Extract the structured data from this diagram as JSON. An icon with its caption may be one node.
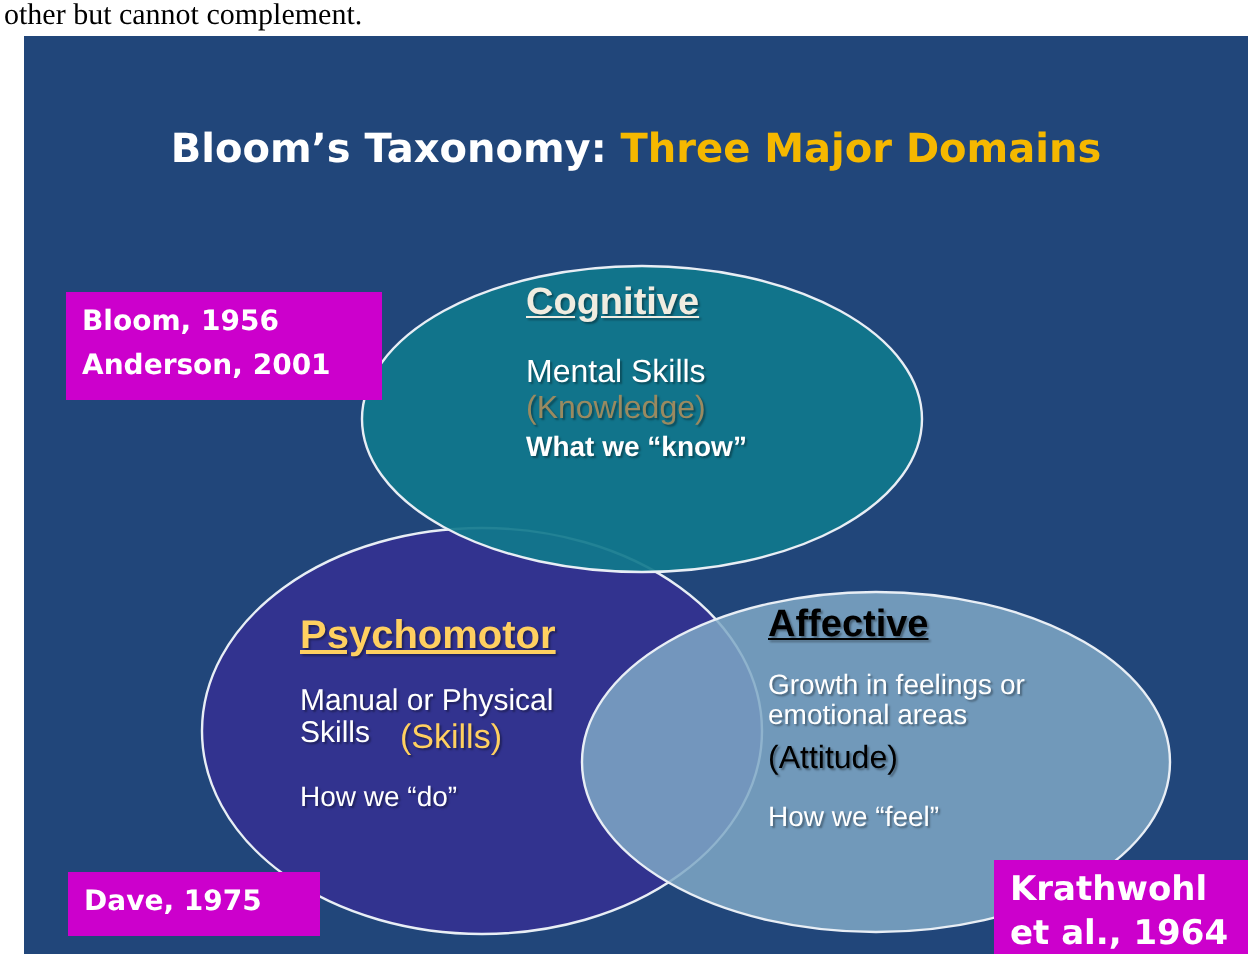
{
  "diagram": {
    "title": "Bloom’s Taxonomy: **Three Major Domains**",
    "nodes": [
      {
        "text": [
          "Cognitive",
          "Mental Skills",
          "(Knowledge)",
          "What we “know”"
        ]
      },
      {
        "text": [
          "Psychomotor",
          "Manual or Physical Skills",
          "(Skills)",
          "How we “do”"
        ]
      },
      {
        "text": [
          "Affective",
          "Growth in feelings or emotional areas",
          "(Attitude)",
          "How we “feel”"
        ]
      },
      {
        "text": [
          "Bloom, 1956",
          "Anderson, 2001"
        ]
      },
      {
        "text": [
          "Dave, 1975"
        ]
      },
      {
        "text": [
          "Krathwohl et al., 1964"
        ]
      }
    ],
    "labels": [
      "other but cannot complement."
    ]
  }
}
